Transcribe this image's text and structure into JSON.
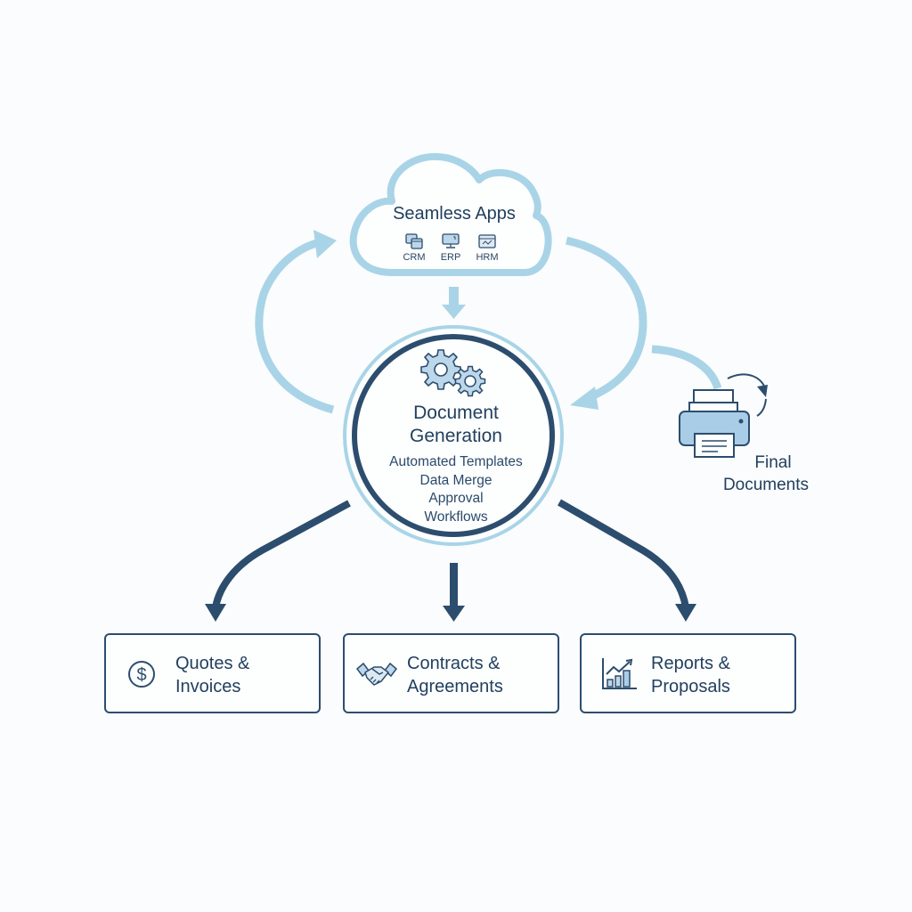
{
  "diagram": {
    "colors": {
      "dark_navy": "#2d4d6e",
      "light_blue": "#a9d4e7",
      "icon_fill": "#bcd6ea",
      "background": "#fbfcfd"
    },
    "cloud": {
      "title": "Seamless Apps",
      "apps": [
        {
          "label": "CRM",
          "icon": "crm-windows-icon"
        },
        {
          "label": "ERP",
          "icon": "erp-monitor-icon"
        },
        {
          "label": "HRM",
          "icon": "hrm-browser-icon"
        }
      ]
    },
    "core": {
      "icon": "gears-icon",
      "title_line1": "Document",
      "title_line2": "Generation",
      "features": [
        "Automated Templates",
        "Data Merge",
        "Approval",
        "Workflows"
      ]
    },
    "output": {
      "icon": "printer-icon",
      "label_line1": "Final",
      "label_line2": "Documents"
    },
    "document_types": [
      {
        "line1": "Quotes &",
        "line2": "Invoices",
        "icon": "dollar-icon"
      },
      {
        "line1": "Contracts &",
        "line2": "Agreements",
        "icon": "handshake-icon"
      },
      {
        "line1": "Reports &",
        "line2": "Proposals",
        "icon": "bar-chart-icon"
      }
    ],
    "connections": [
      {
        "from": "Seamless Apps",
        "to": "Document Generation"
      },
      {
        "from": "Document Generation",
        "to": "Seamless Apps"
      },
      {
        "from": "Seamless Apps",
        "to": "Document Generation",
        "via": "right loop"
      },
      {
        "from": "Document Generation",
        "to": "Final Documents"
      },
      {
        "from": "Document Generation",
        "to": "Quotes & Invoices"
      },
      {
        "from": "Document Generation",
        "to": "Contracts & Agreements"
      },
      {
        "from": "Document Generation",
        "to": "Reports & Proposals"
      }
    ]
  }
}
